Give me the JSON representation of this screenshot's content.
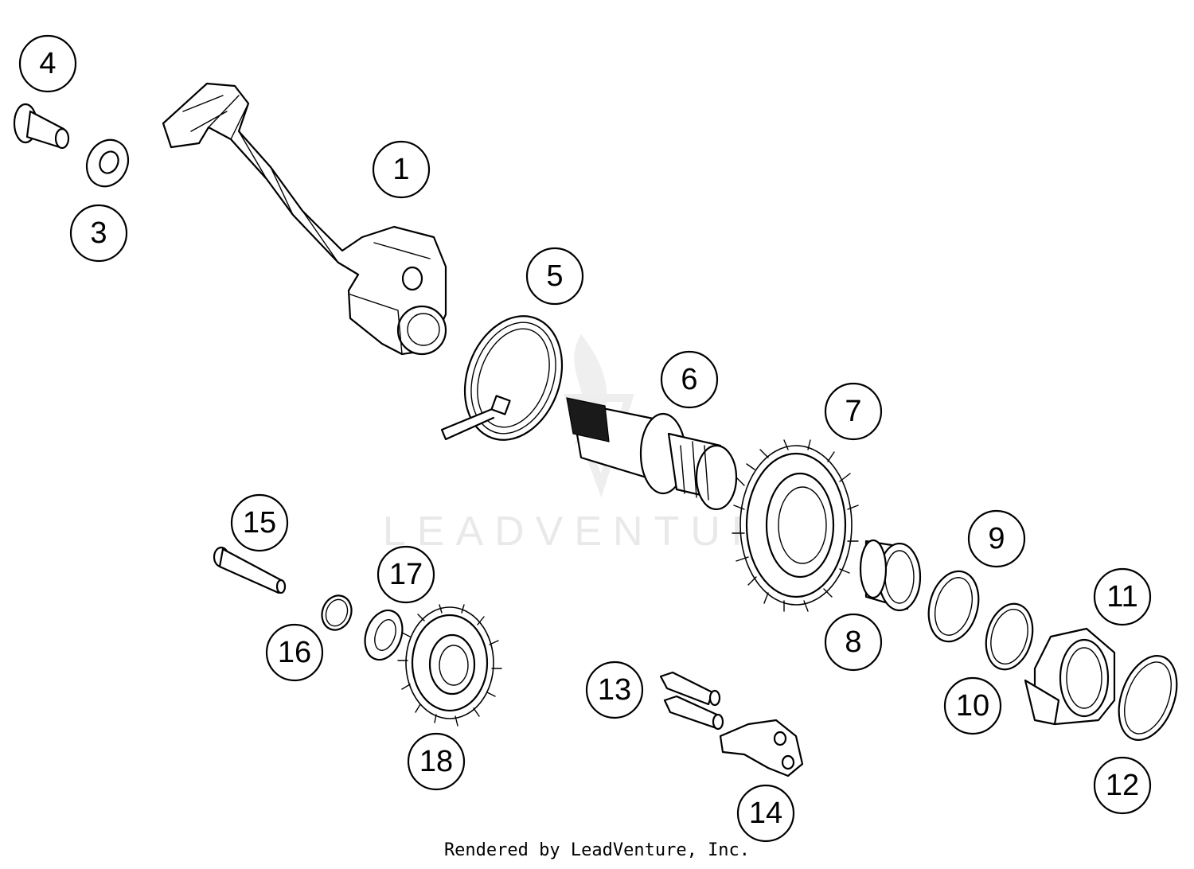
{
  "diagram": {
    "watermark": "LEADVENTURE",
    "footer": "Rendered by LeadVenture, Inc.",
    "callouts": [
      "1",
      "3",
      "4",
      "5",
      "6",
      "7",
      "8",
      "9",
      "10",
      "11",
      "12",
      "13",
      "14",
      "15",
      "16",
      "17",
      "18"
    ]
  },
  "colors": {
    "line": "#000000",
    "background": "#ffffff",
    "watermark": "#e9e9e9"
  }
}
